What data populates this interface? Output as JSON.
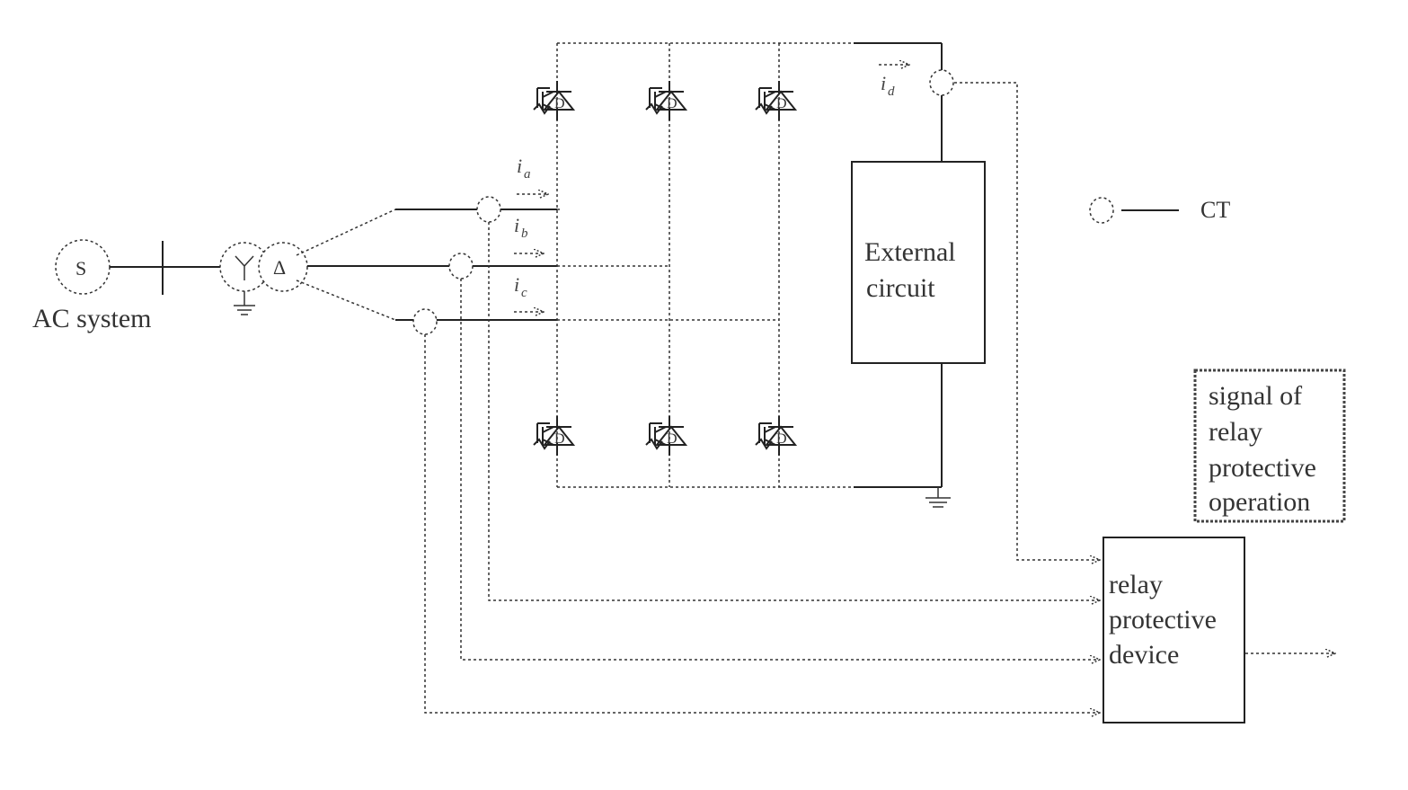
{
  "labels": {
    "source_symbol": "S",
    "ac_system": "AC system",
    "legend_ct": "CT",
    "external_circuit_line1": "External",
    "external_circuit_line2": "circuit",
    "relay_line1": "relay",
    "relay_line2": "protective",
    "relay_line3": "device",
    "signal_line1": "signal of",
    "signal_line2": "relay",
    "signal_line3": "protective",
    "signal_line4": "operation",
    "current_ia": "i",
    "current_ia_sub": "a",
    "current_ib": "i",
    "current_ib_sub": "b",
    "current_ic": "i",
    "current_ic_sub": "c",
    "current_id": "i",
    "current_id_sub": "d",
    "delta_symbol": "Δ"
  },
  "switches": {
    "upper": [
      "upper-switch-a",
      "upper-switch-b",
      "upper-switch-c"
    ],
    "lower": [
      "lower-switch-a",
      "lower-switch-b",
      "lower-switch-c"
    ]
  }
}
